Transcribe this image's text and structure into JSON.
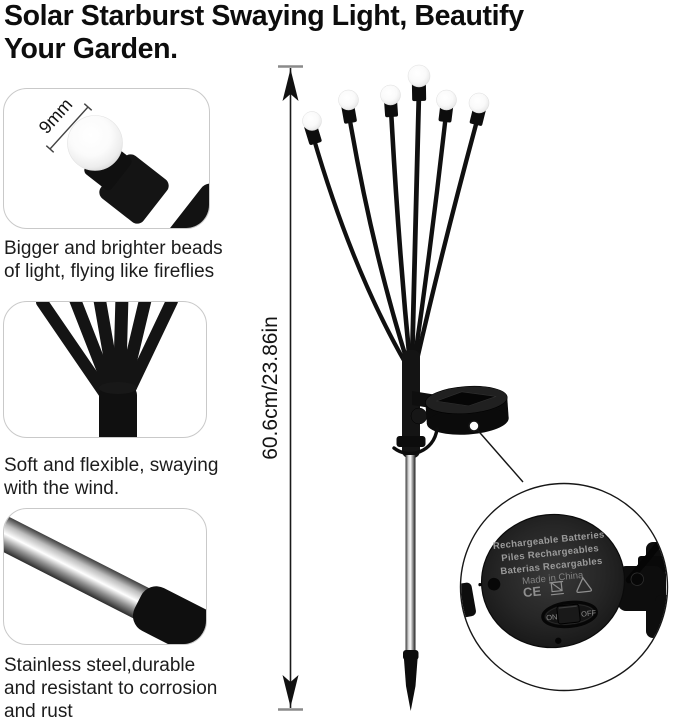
{
  "title": [
    "Solar Starburst Swaying Light, Beautify",
    "Your Garden."
  ],
  "features": [
    {
      "badge": "9mm",
      "caption": [
        "Bigger and brighter beads",
        "of light, flying like fireflies"
      ]
    },
    {
      "caption": [
        "Soft and flexible, swaying",
        "with the wind."
      ]
    },
    {
      "caption": [
        "Stainless steel,durable",
        "and resistant to corrosion",
        "and rust"
      ]
    }
  ],
  "dimension": {
    "label": "60.6cm/23.86in"
  },
  "panel_back": {
    "line1": "Rechargeable Batteries",
    "line2": "Piles Rechargeables",
    "line3": "Baterias Recargables",
    "line4": "Made in China",
    "ce_mark": "CE",
    "switch_on": "ON",
    "switch_off": "OFF"
  },
  "colors": {
    "ink": "#111111",
    "inset_border": "#c9c9c9",
    "panel_text": "#9b9b9b",
    "bulb": "#ffffff"
  }
}
